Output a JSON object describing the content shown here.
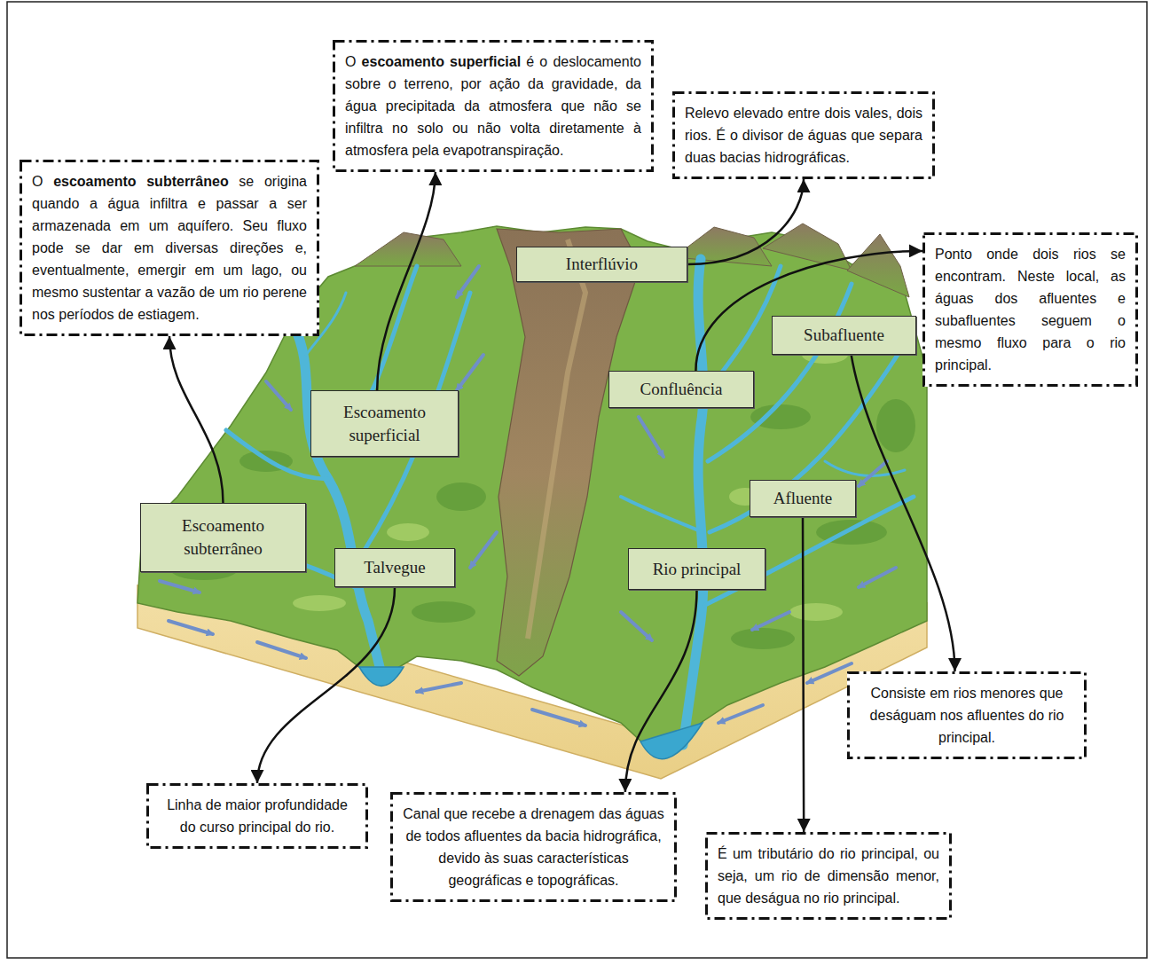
{
  "diagram": {
    "nodes": [
      {
        "text": [
          "O escoamento subterrâneo se origina quando a água infiltra e passar a ser armazenada em um aquífero. Seu fluxo pode se dar em diversas direções e, eventualmente, emergir em um lago, ou mesmo sustentar a vazão de um rio perene nos períodos de estiagem."
        ]
      },
      {
        "text": [
          "O escoamento superficial é o deslocamento sobre o terreno, por ação da gravidade, da água precipitada da atmosfera que não se infiltra no solo ou não volta diretamente à atmosfera pela evapotranspiração."
        ]
      },
      {
        "text": [
          "Relevo elevado entre dois vales, dois rios. É o divisor de águas que separa duas bacias hidrográficas."
        ]
      },
      {
        "text": [
          "Ponto onde dois rios se encontram. Neste local, as águas dos afluentes e subafluentes seguem o mesmo fluxo para o rio principal."
        ]
      },
      {
        "text": [
          "Interflúvio"
        ]
      },
      {
        "text": [
          "Subafluente"
        ]
      },
      {
        "text": [
          "Confluência"
        ]
      },
      {
        "text": [
          "Escoamento superficial"
        ]
      },
      {
        "text": [
          "Afluente"
        ]
      },
      {
        "text": [
          "Escoamento subterrâneo"
        ]
      },
      {
        "text": [
          "Talvegue"
        ]
      },
      {
        "text": [
          "Rio principal"
        ]
      },
      {
        "text": [
          "Consiste em rios menores que deságuam nos afluentes do rio principal."
        ]
      },
      {
        "text": [
          "Linha de maior profundidade do curso principal do rio."
        ]
      },
      {
        "text": [
          "Canal que recebe a drenagem das águas de todos afluentes da bacia hidrográfica, devido às suas características geográficas e topográficas."
        ]
      },
      {
        "text": [
          "É um tributário do rio principal, ou seja, um rio de dimensão menor, que deságua no rio principal."
        ]
      }
    ],
    "edges": [
      {
        "from": 9,
        "to": 0,
        "arrow": "to"
      },
      {
        "from": 7,
        "to": 1,
        "arrow": "to"
      },
      {
        "from": 4,
        "to": 2,
        "arrow": "to"
      },
      {
        "from": 6,
        "to": 3,
        "arrow": "to"
      },
      {
        "from": 5,
        "to": 12,
        "arrow": "to"
      },
      {
        "from": 10,
        "to": 13,
        "arrow": "to"
      },
      {
        "from": 11,
        "to": 14,
        "arrow": "to"
      },
      {
        "from": 8,
        "to": 15,
        "arrow": "to"
      }
    ]
  }
}
